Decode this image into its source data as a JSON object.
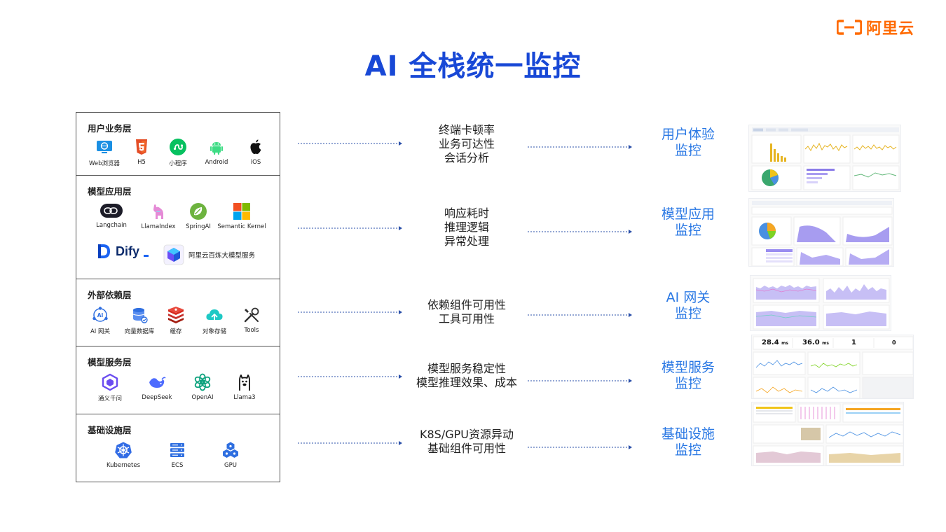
{
  "brand": {
    "name": "阿里云",
    "color": "#ff6a00"
  },
  "title": "AI 全栈统一监控",
  "colors": {
    "title": "#1848d6",
    "accent": "#2a78e4",
    "border": "#555555",
    "arrow": "#2a4fa8"
  },
  "layers": [
    {
      "title": "用户业务层",
      "items": [
        {
          "label": "Web浏览器",
          "icon": "browser-icon"
        },
        {
          "label": "H5",
          "icon": "html5-icon"
        },
        {
          "label": "小程序",
          "icon": "mini-program-icon"
        },
        {
          "label": "Android",
          "icon": "android-icon"
        },
        {
          "label": "iOS",
          "icon": "apple-icon"
        }
      ],
      "metrics": [
        "终端卡顿率",
        "业务可达性",
        "会话分析"
      ],
      "monitor": [
        "用户体验",
        "监控"
      ]
    },
    {
      "title": "模型应用层",
      "items": [
        {
          "label": "Langchain",
          "icon": "langchain-icon"
        },
        {
          "label": "LlamaIndex",
          "icon": "llamaindex-icon"
        },
        {
          "label": "SpringAI",
          "icon": "spring-icon"
        },
        {
          "label": "Semantic Kernel",
          "icon": "microsoft-icon"
        },
        {
          "label": "Dify",
          "icon": "dify-icon"
        },
        {
          "label": "阿里云百炼大模型服务",
          "icon": "bailian-icon"
        }
      ],
      "metrics": [
        "响应耗时",
        "推理逻辑",
        "异常处理"
      ],
      "monitor": [
        "模型应用",
        "监控"
      ]
    },
    {
      "title": "外部依赖层",
      "items": [
        {
          "label": "AI 网关",
          "icon": "ai-gateway-icon"
        },
        {
          "label": "向量数据库",
          "icon": "vector-db-icon"
        },
        {
          "label": "缓存",
          "icon": "redis-cache-icon"
        },
        {
          "label": "对象存储",
          "icon": "object-storage-icon"
        },
        {
          "label": "Tools",
          "icon": "tools-icon"
        }
      ],
      "metrics": [
        "依赖组件可用性",
        "工具可用性"
      ],
      "monitor": [
        "AI 网关",
        "监控"
      ]
    },
    {
      "title": "模型服务层",
      "items": [
        {
          "label": "通义千问",
          "icon": "qwen-icon"
        },
        {
          "label": "DeepSeek",
          "icon": "deepseek-icon"
        },
        {
          "label": "OpenAI",
          "icon": "openai-icon"
        },
        {
          "label": "Llama3",
          "icon": "llama-icon"
        }
      ],
      "metrics": [
        "模型服务稳定性",
        "模型推理效果、成本"
      ],
      "monitor": [
        "模型服务",
        "监控"
      ]
    },
    {
      "title": "基础设施层",
      "items": [
        {
          "label": "Kubernetes",
          "icon": "kubernetes-icon"
        },
        {
          "label": "ECS",
          "icon": "ecs-server-icon"
        },
        {
          "label": "GPU",
          "icon": "gpu-icon"
        }
      ],
      "metrics": [
        "K8S/GPU资源异动",
        "基础组件可用性"
      ],
      "monitor": [
        "基础设施",
        "监控"
      ]
    }
  ],
  "dashboard_readouts": {
    "latency_a": "28.4",
    "latency_a_unit": "ms",
    "latency_b": "36.0",
    "latency_b_unit": "ms",
    "count_a": "1",
    "count_b": "0"
  }
}
